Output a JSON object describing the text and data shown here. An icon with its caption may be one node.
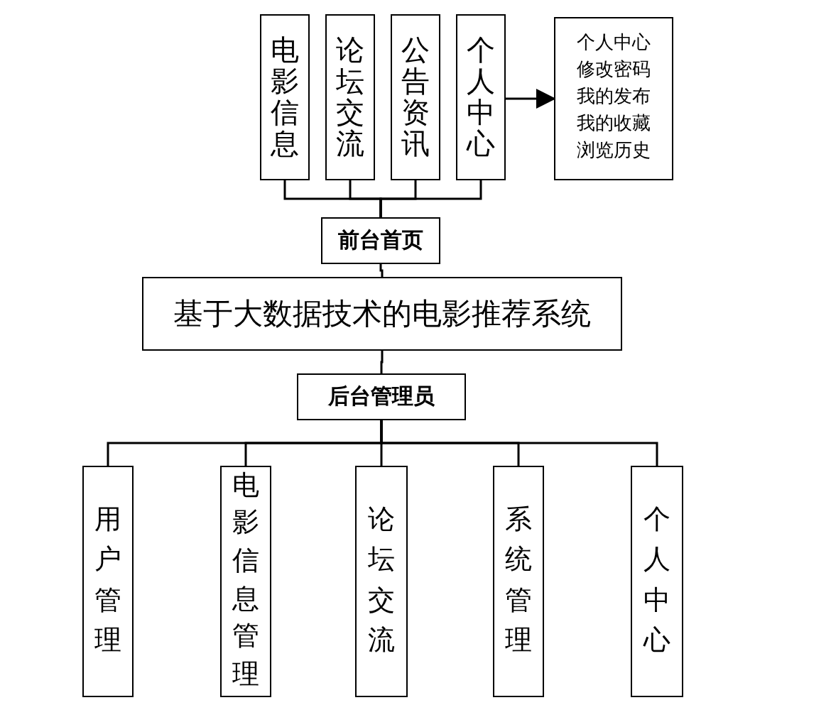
{
  "diagram": {
    "nodes": [
      {
        "text": [
          "电影信息"
        ]
      },
      {
        "text": [
          "论坛交流"
        ]
      },
      {
        "text": [
          "公告资讯"
        ]
      },
      {
        "text": [
          "个人中心"
        ]
      },
      {
        "text": [
          "个人中心",
          "修改密码",
          "我的发布",
          "我的收藏",
          "浏览历史"
        ]
      },
      {
        "text": [
          "前台首页"
        ]
      },
      {
        "text": [
          "基于大数据技术的电影推荐系统"
        ]
      },
      {
        "text": [
          "后台管理员"
        ]
      },
      {
        "text": [
          "用户管理"
        ]
      },
      {
        "text": [
          "电影信息管理"
        ]
      },
      {
        "text": [
          "论坛交流"
        ]
      },
      {
        "text": [
          "系统管理"
        ]
      },
      {
        "text": [
          "个人中心"
        ]
      }
    ],
    "edges": [
      {
        "from": 3,
        "to": 4,
        "arrow": "to"
      },
      {
        "from": 5,
        "to": 0,
        "arrow": "none"
      },
      {
        "from": 5,
        "to": 1,
        "arrow": "none"
      },
      {
        "from": 5,
        "to": 2,
        "arrow": "none"
      },
      {
        "from": 5,
        "to": 3,
        "arrow": "none"
      },
      {
        "from": 6,
        "to": 5,
        "arrow": "none"
      },
      {
        "from": 6,
        "to": 7,
        "arrow": "none"
      },
      {
        "from": 7,
        "to": 8,
        "arrow": "none"
      },
      {
        "from": 7,
        "to": 9,
        "arrow": "none"
      },
      {
        "from": 7,
        "to": 10,
        "arrow": "none"
      },
      {
        "from": 7,
        "to": 11,
        "arrow": "none"
      },
      {
        "from": 7,
        "to": 12,
        "arrow": "none"
      }
    ]
  }
}
